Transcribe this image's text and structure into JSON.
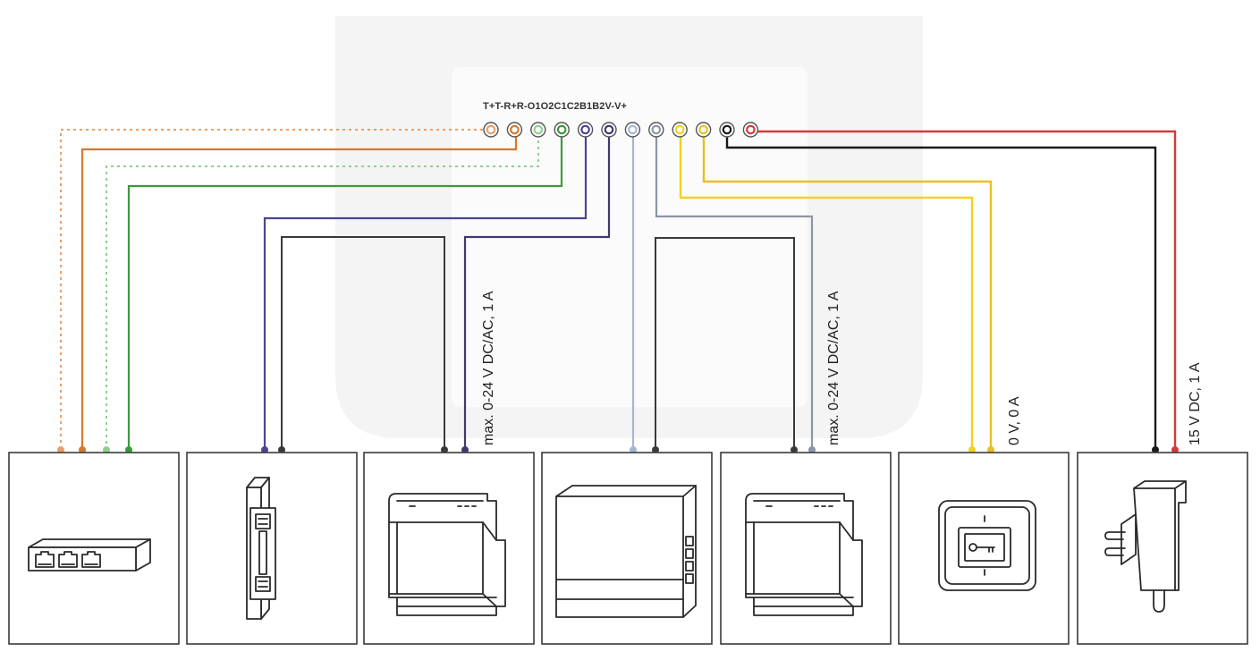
{
  "header": {
    "terminal_label": "T+T-R+R-O1O2C1C2B1B2V-V+"
  },
  "terminals": [
    {
      "id": "T+",
      "color": "#e8a06a"
    },
    {
      "id": "T-",
      "color": "#d9772a"
    },
    {
      "id": "R+",
      "color": "#8fd08f"
    },
    {
      "id": "R-",
      "color": "#3c9a3c"
    },
    {
      "id": "O1",
      "color": "#4b4592"
    },
    {
      "id": "O2",
      "color": "#3e3a6e"
    },
    {
      "id": "C1",
      "color": "#a7b4d4"
    },
    {
      "id": "C2",
      "color": "#8d95a8"
    },
    {
      "id": "B1",
      "color": "#f0d226"
    },
    {
      "id": "B2",
      "color": "#e8c020"
    },
    {
      "id": "V-",
      "color": "#1a1a1a"
    },
    {
      "id": "V+",
      "color": "#d33a3a"
    }
  ],
  "devices": [
    {
      "name": "network-switch"
    },
    {
      "name": "electric-door-strike"
    },
    {
      "name": "din-rail-relay-1"
    },
    {
      "name": "din-rail-intercom-unit"
    },
    {
      "name": "din-rail-relay-2"
    },
    {
      "name": "exit-button"
    },
    {
      "name": "power-adapter"
    }
  ],
  "ratings": {
    "relay1": "max. 0-24 V DC/AC, 1 A",
    "relay2": "max. 0-24 V DC/AC, 1 A",
    "button": "0 V, 0 A",
    "power": "15 V DC, 1 A"
  },
  "colors": {
    "box_stroke": "#3a3a3a",
    "watermark": "#f3f3f3"
  }
}
